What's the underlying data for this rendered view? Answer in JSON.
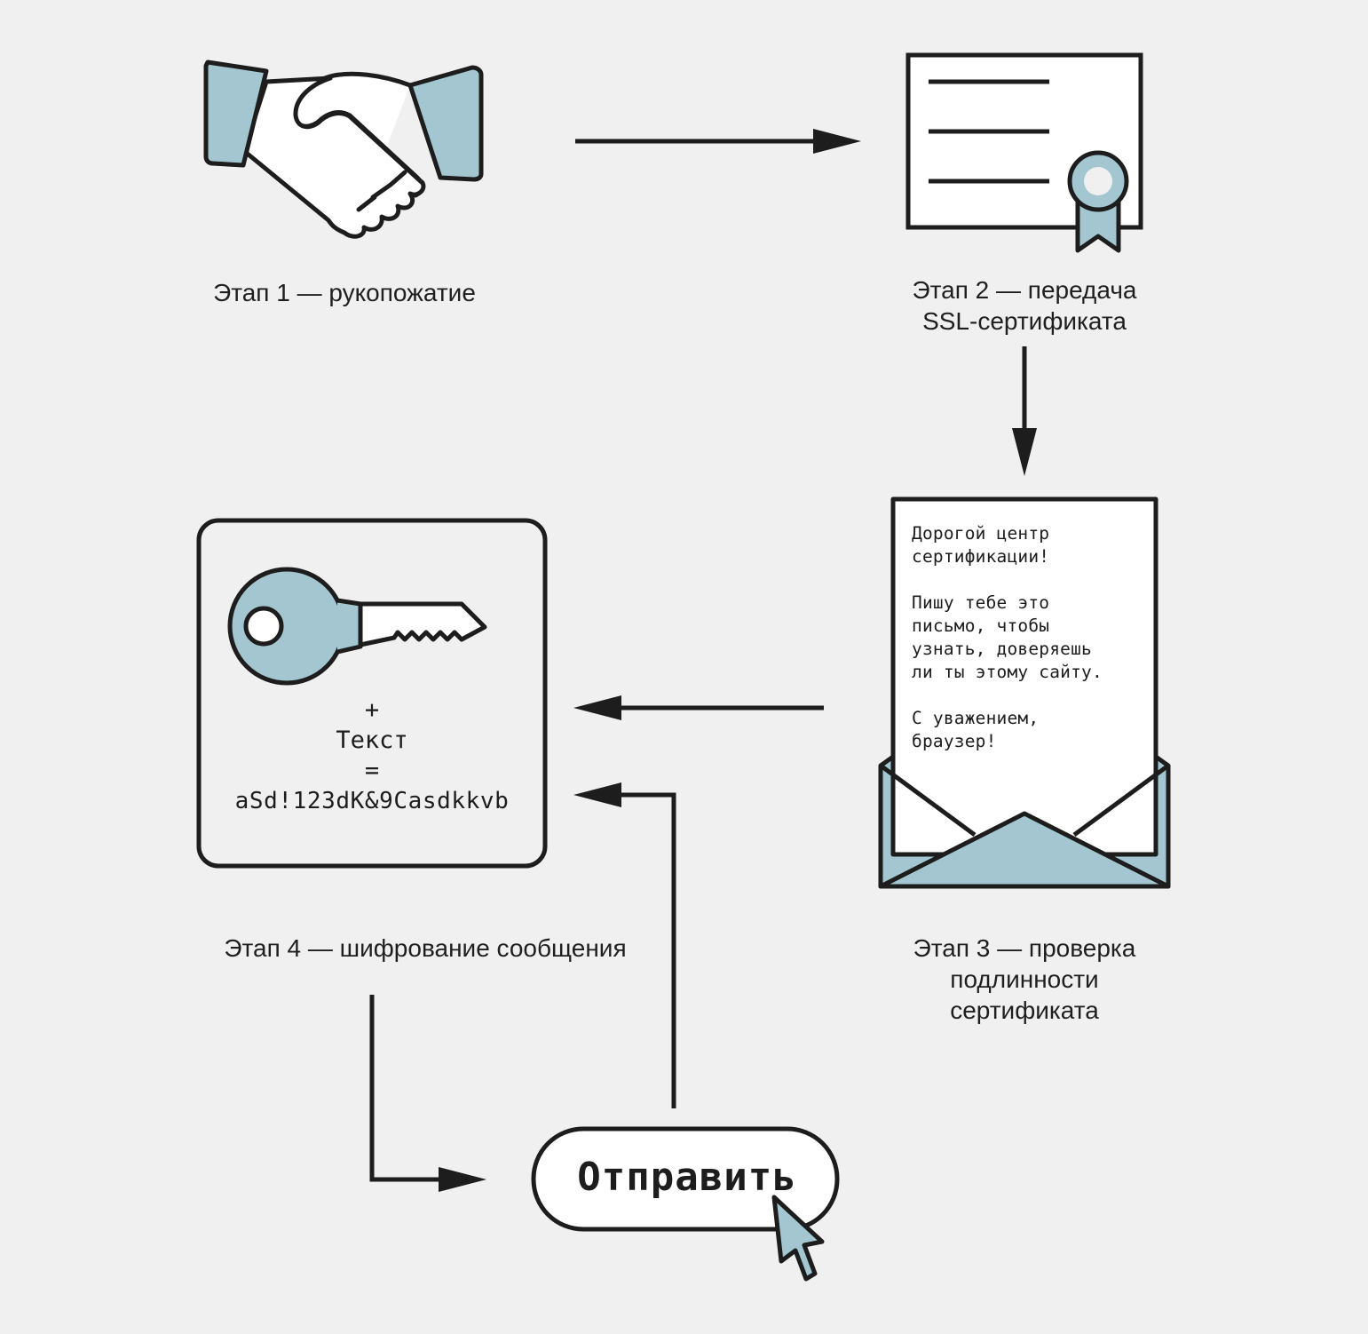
{
  "stages": {
    "stage1": {
      "caption": "Этап 1 — рукопожатие"
    },
    "stage2": {
      "caption_line1": "Этап 2 — передача",
      "caption_line2": "SSL-сертификата"
    },
    "stage3": {
      "caption_line1": "Этап 3 — проверка",
      "caption_line2": "подлинности",
      "caption_line3": "сертификата"
    },
    "stage4": {
      "caption": "Этап 4 — шифрование сообщения"
    }
  },
  "letter": {
    "line1": "Дорогой центр",
    "line2": "сертификации!",
    "line3": "",
    "line4": "Пишу тебе это",
    "line5": "письмо, чтобы",
    "line6": "узнать, доверяешь",
    "line7": "ли ты этому сайту.",
    "line8": "",
    "line9": "С уважением,",
    "line10": "браузер!"
  },
  "encryption": {
    "plus": "+",
    "text": "Текст",
    "equals": "=",
    "cipher": "aSd!123dK&9Casdkkvb"
  },
  "send_button": {
    "label": "Отправить"
  },
  "colors": {
    "background": "#f0f0f0",
    "accent": "#a3c6d0",
    "stroke": "#1d1d1d",
    "paper": "#ffffff"
  },
  "icons": [
    "handshake-icon",
    "certificate-icon",
    "letter-envelope-icon",
    "key-icon",
    "cursor-icon"
  ]
}
